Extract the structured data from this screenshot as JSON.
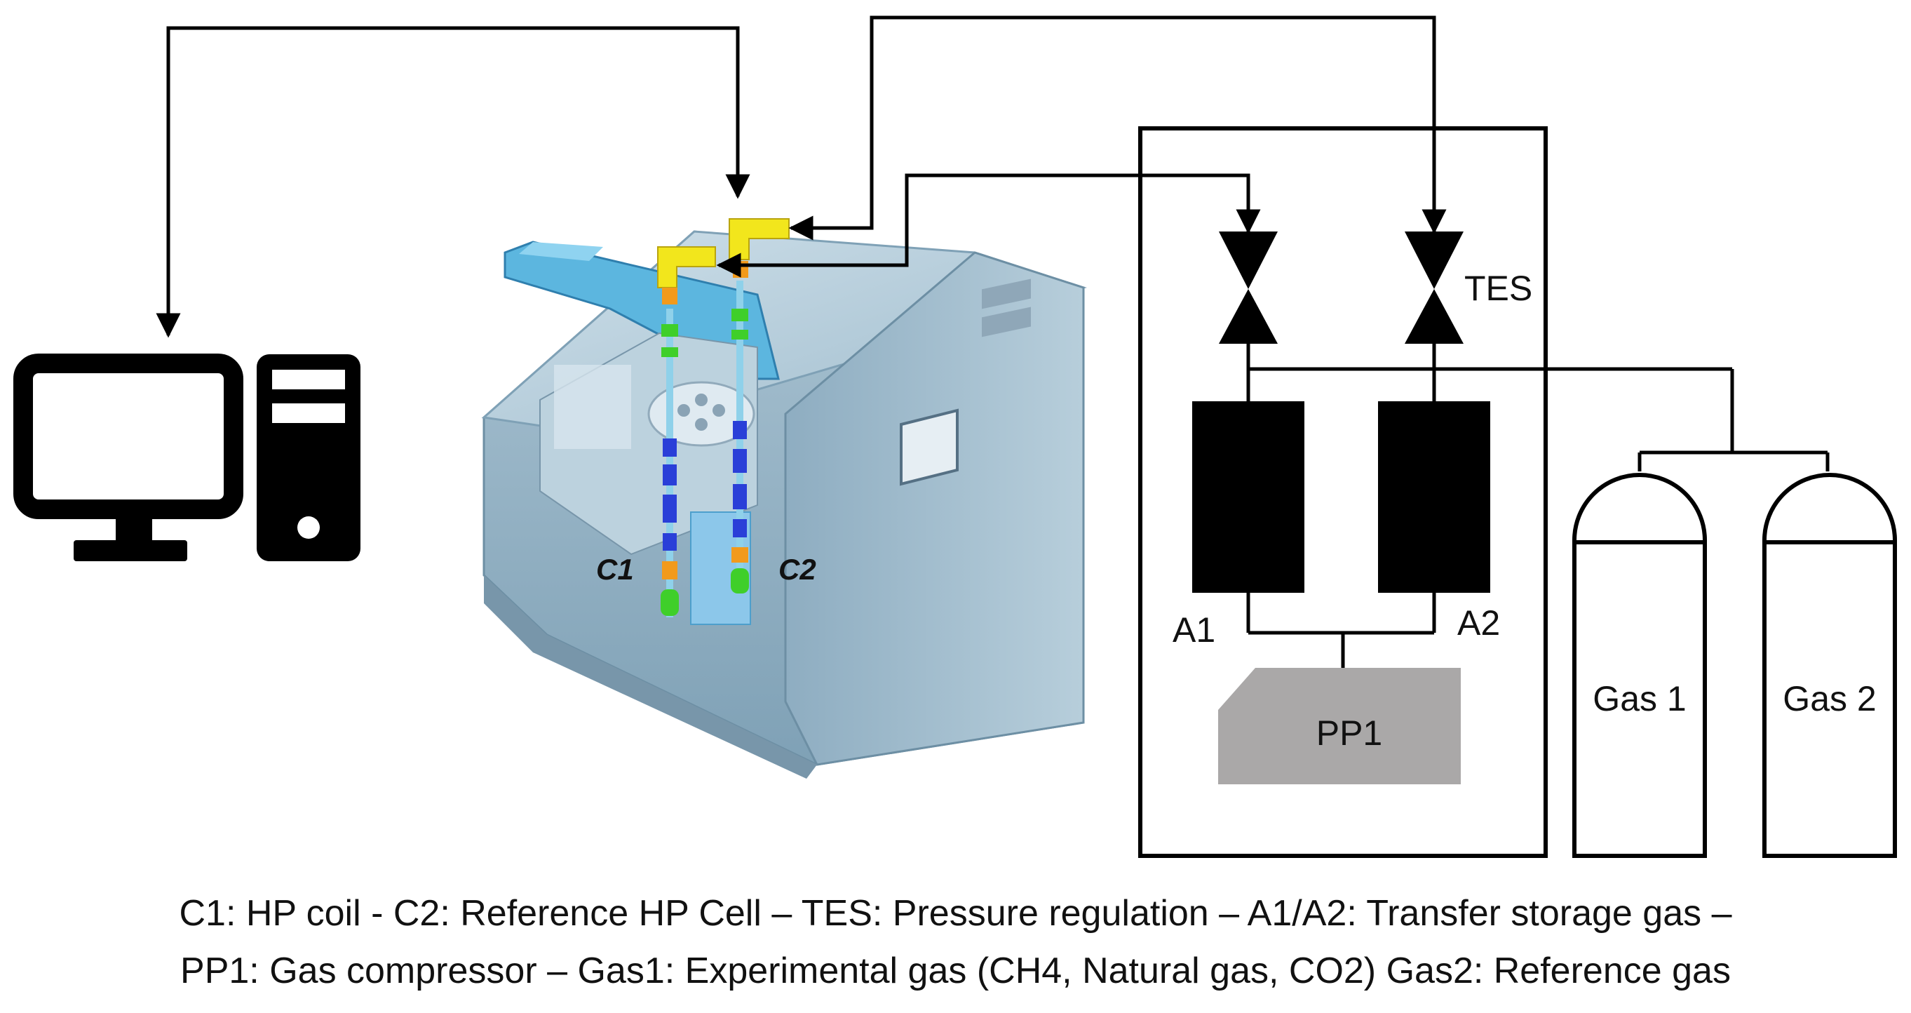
{
  "labels": {
    "c1": "C1",
    "c2": "C2",
    "tes": "TES",
    "a1": "A1",
    "a2": "A2",
    "pp1": "PP1",
    "gas1": "Gas 1",
    "gas2": "Gas 2"
  },
  "caption": {
    "line1": "C1: HP coil - C2: Reference HP Cell – TES: Pressure regulation – A1/A2: Transfer storage gas –",
    "line2": "PP1: Gas compressor – Gas1: Experimental gas (CH4, Natural gas, CO2) Gas2: Reference gas"
  },
  "icons": [
    "computer-monitor-icon",
    "computer-tower-icon",
    "valve-icon",
    "gas-cylinder-icon"
  ],
  "colors": {
    "line": "#000000",
    "compressor": "#aaa8a8",
    "calorimeter_body": "#a9c4d4",
    "fitting_yellow": "#f2e61c",
    "tube_blue": "#2a3fd8",
    "fitting_green": "#3fcf2a",
    "fitting_orange": "#f29a1c"
  }
}
